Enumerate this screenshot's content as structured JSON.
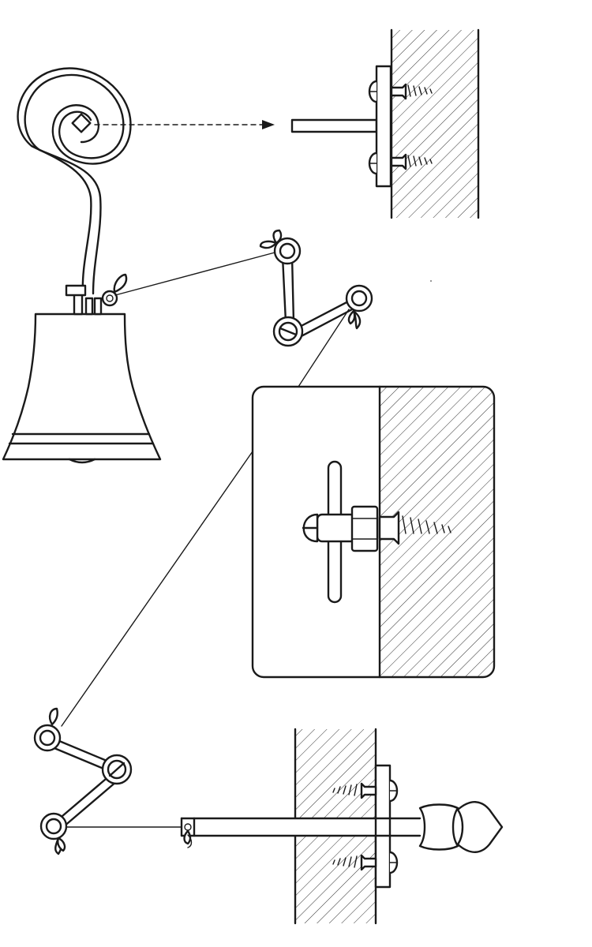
{
  "diagram": {
    "ink_color": "#1a1a1a",
    "background_color": "#ffffff",
    "parts": [
      "spring-coil",
      "bell",
      "wall-bracket-top",
      "bell-crank-upper",
      "detail-inset",
      "bell-crank-lower",
      "wall-pull-knob"
    ]
  }
}
